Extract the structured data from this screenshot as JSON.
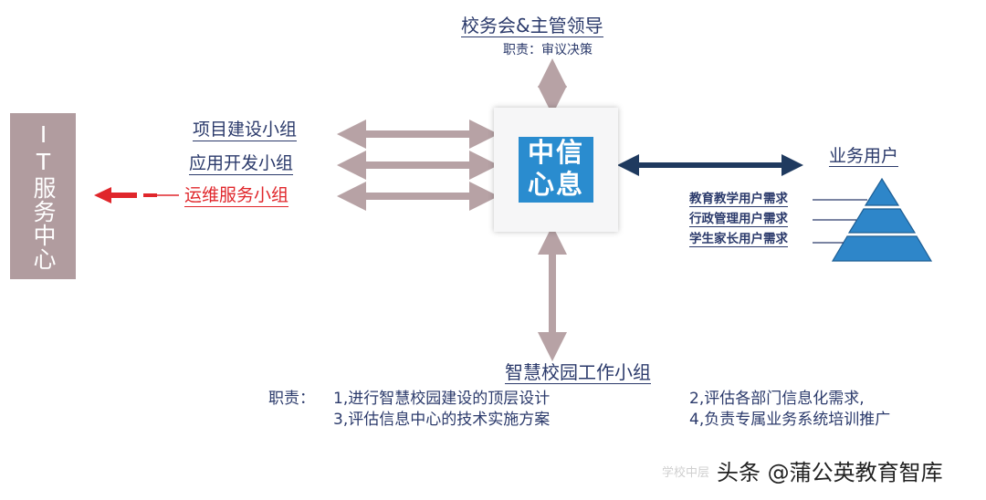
{
  "it_center": {
    "label": "IT服务中心"
  },
  "center": {
    "line1": "中信",
    "line2": "心息"
  },
  "top": {
    "title": "校务会&主管领导",
    "duty": "职责：审议决策"
  },
  "groups": [
    {
      "label": "项目建设小组"
    },
    {
      "label": "应用开发小组"
    },
    {
      "label": "运维服务小组"
    }
  ],
  "business": {
    "title": "业务用户",
    "needs": [
      "教育教学用户需求",
      "行政管理用户需求",
      "学生家长用户需求"
    ]
  },
  "bottom": {
    "title": "智慧校园工作小组",
    "duty_label": "职责：",
    "duties": [
      "1,进行智慧校园建设的顶层设计",
      "2,评估各部门信息化需求,",
      "3,评估信息中心的技术实施方案",
      "4,负责专属业务系统培训推广"
    ]
  },
  "footer": {
    "faint": "学校中层",
    "watermark": "头条 @蒲公英教育智库"
  },
  "colors": {
    "arrow_mauve": "#b7a2a5",
    "arrow_navy": "#1f3a5f",
    "arrow_red": "#e0262b",
    "center_blue": "#2a8ccf",
    "pyramid_blue": "#2e86c9",
    "text_navy": "#2b3a6b"
  }
}
